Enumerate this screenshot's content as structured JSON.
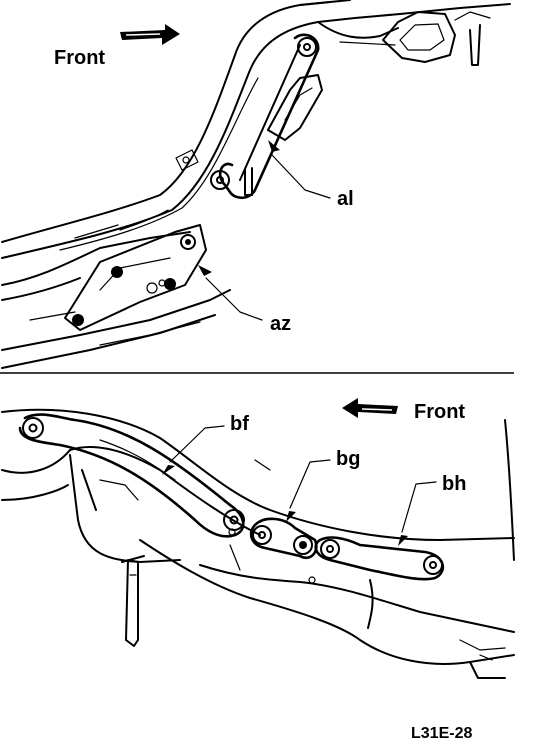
{
  "top_view": {
    "front_label": "Front",
    "callouts": {
      "al": "al",
      "az": "az"
    }
  },
  "bottom_view": {
    "front_label": "Front",
    "callouts": {
      "bf": "bf",
      "bg": "bg",
      "bh": "bh"
    }
  },
  "figure_code": "L31E-28"
}
